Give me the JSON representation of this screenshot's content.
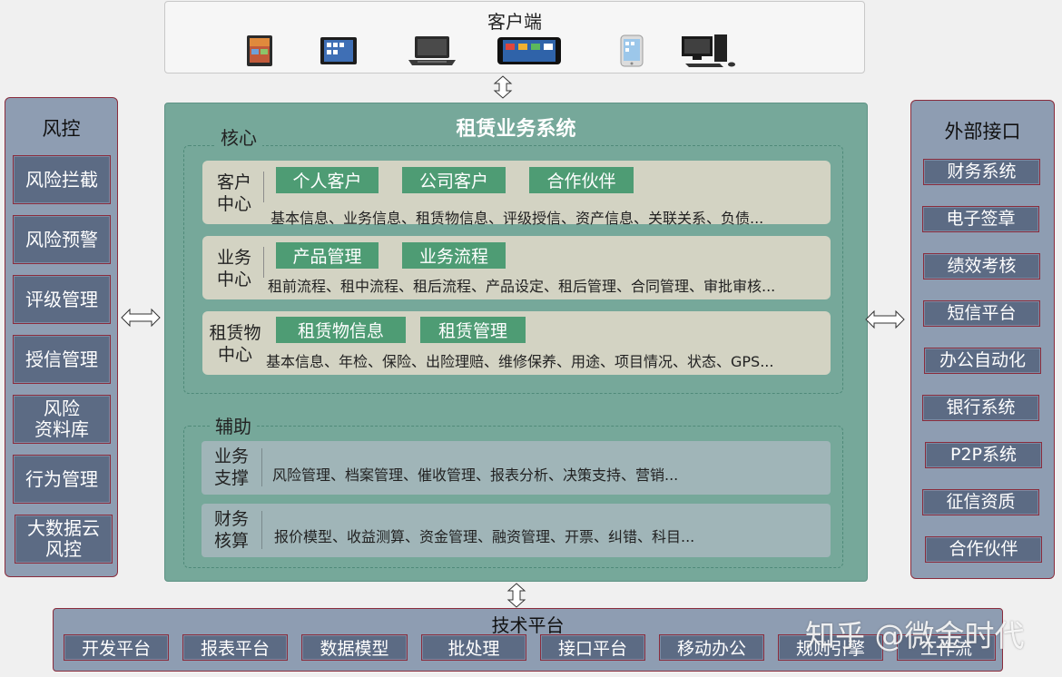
{
  "client": {
    "title": "客户端",
    "devices": [
      "tablet-icon",
      "ipad-icon",
      "laptop-icon",
      "widescreen-tablet-icon",
      "phone-icon",
      "desktop-pc-icon"
    ]
  },
  "risk": {
    "title": "风控",
    "items": [
      "风险拦截",
      "风险预警",
      "评级管理",
      "授信管理",
      "风险\n资料库",
      "行为管理",
      "大数据云\n风控"
    ]
  },
  "external": {
    "title": "外部接口",
    "items": [
      "财务系统",
      "电子签章",
      "绩效考核",
      "短信平台",
      "办公自动化",
      "银行系统",
      "P2P系统",
      "征信资质",
      "合作伙伴"
    ]
  },
  "system": {
    "title": "租赁业务系统",
    "core": {
      "label": "核心",
      "customer": {
        "label": "客户\n中心",
        "tags": [
          "个人客户",
          "公司客户",
          "合作伙伴"
        ],
        "desc": "基本信息、业务信息、租赁物信息、评级授信、资产信息、关联关系、负债..."
      },
      "business": {
        "label": "业务\n中心",
        "tags": [
          "产品管理",
          "业务流程"
        ],
        "desc": "租前流程、租中流程、租后流程、产品设定、租后管理、合同管理、审批审核..."
      },
      "asset": {
        "label": "租赁物\n中心",
        "tags": [
          "租赁物信息",
          "租赁管理"
        ],
        "desc": "基本信息、年检、保险、出险理赔、维修保养、用途、项目情况、状态、GPS..."
      }
    },
    "aux": {
      "label": "辅助",
      "support": {
        "label": "业务\n支撑",
        "desc": "风险管理、档案管理、催收管理、报表分析、决策支持、营销..."
      },
      "finance": {
        "label": "财务\n核算",
        "desc": "报价模型、收益测算、资金管理、融资管理、开票、纠错、科目..."
      }
    }
  },
  "tech": {
    "title": "技术平台",
    "items": [
      "开发平台",
      "报表平台",
      "数据模型",
      "批处理",
      "接口平台",
      "移动办公",
      "规则引擎",
      "工作流"
    ]
  },
  "watermark": "知乎 @微金时代",
  "colors": {
    "main_bg": "#76a89a",
    "side_bg": "#8e9db2",
    "side_item_bg": "#5c6b84",
    "tag_bg": "#4e9c74",
    "border_accent": "#8a2c3c"
  }
}
